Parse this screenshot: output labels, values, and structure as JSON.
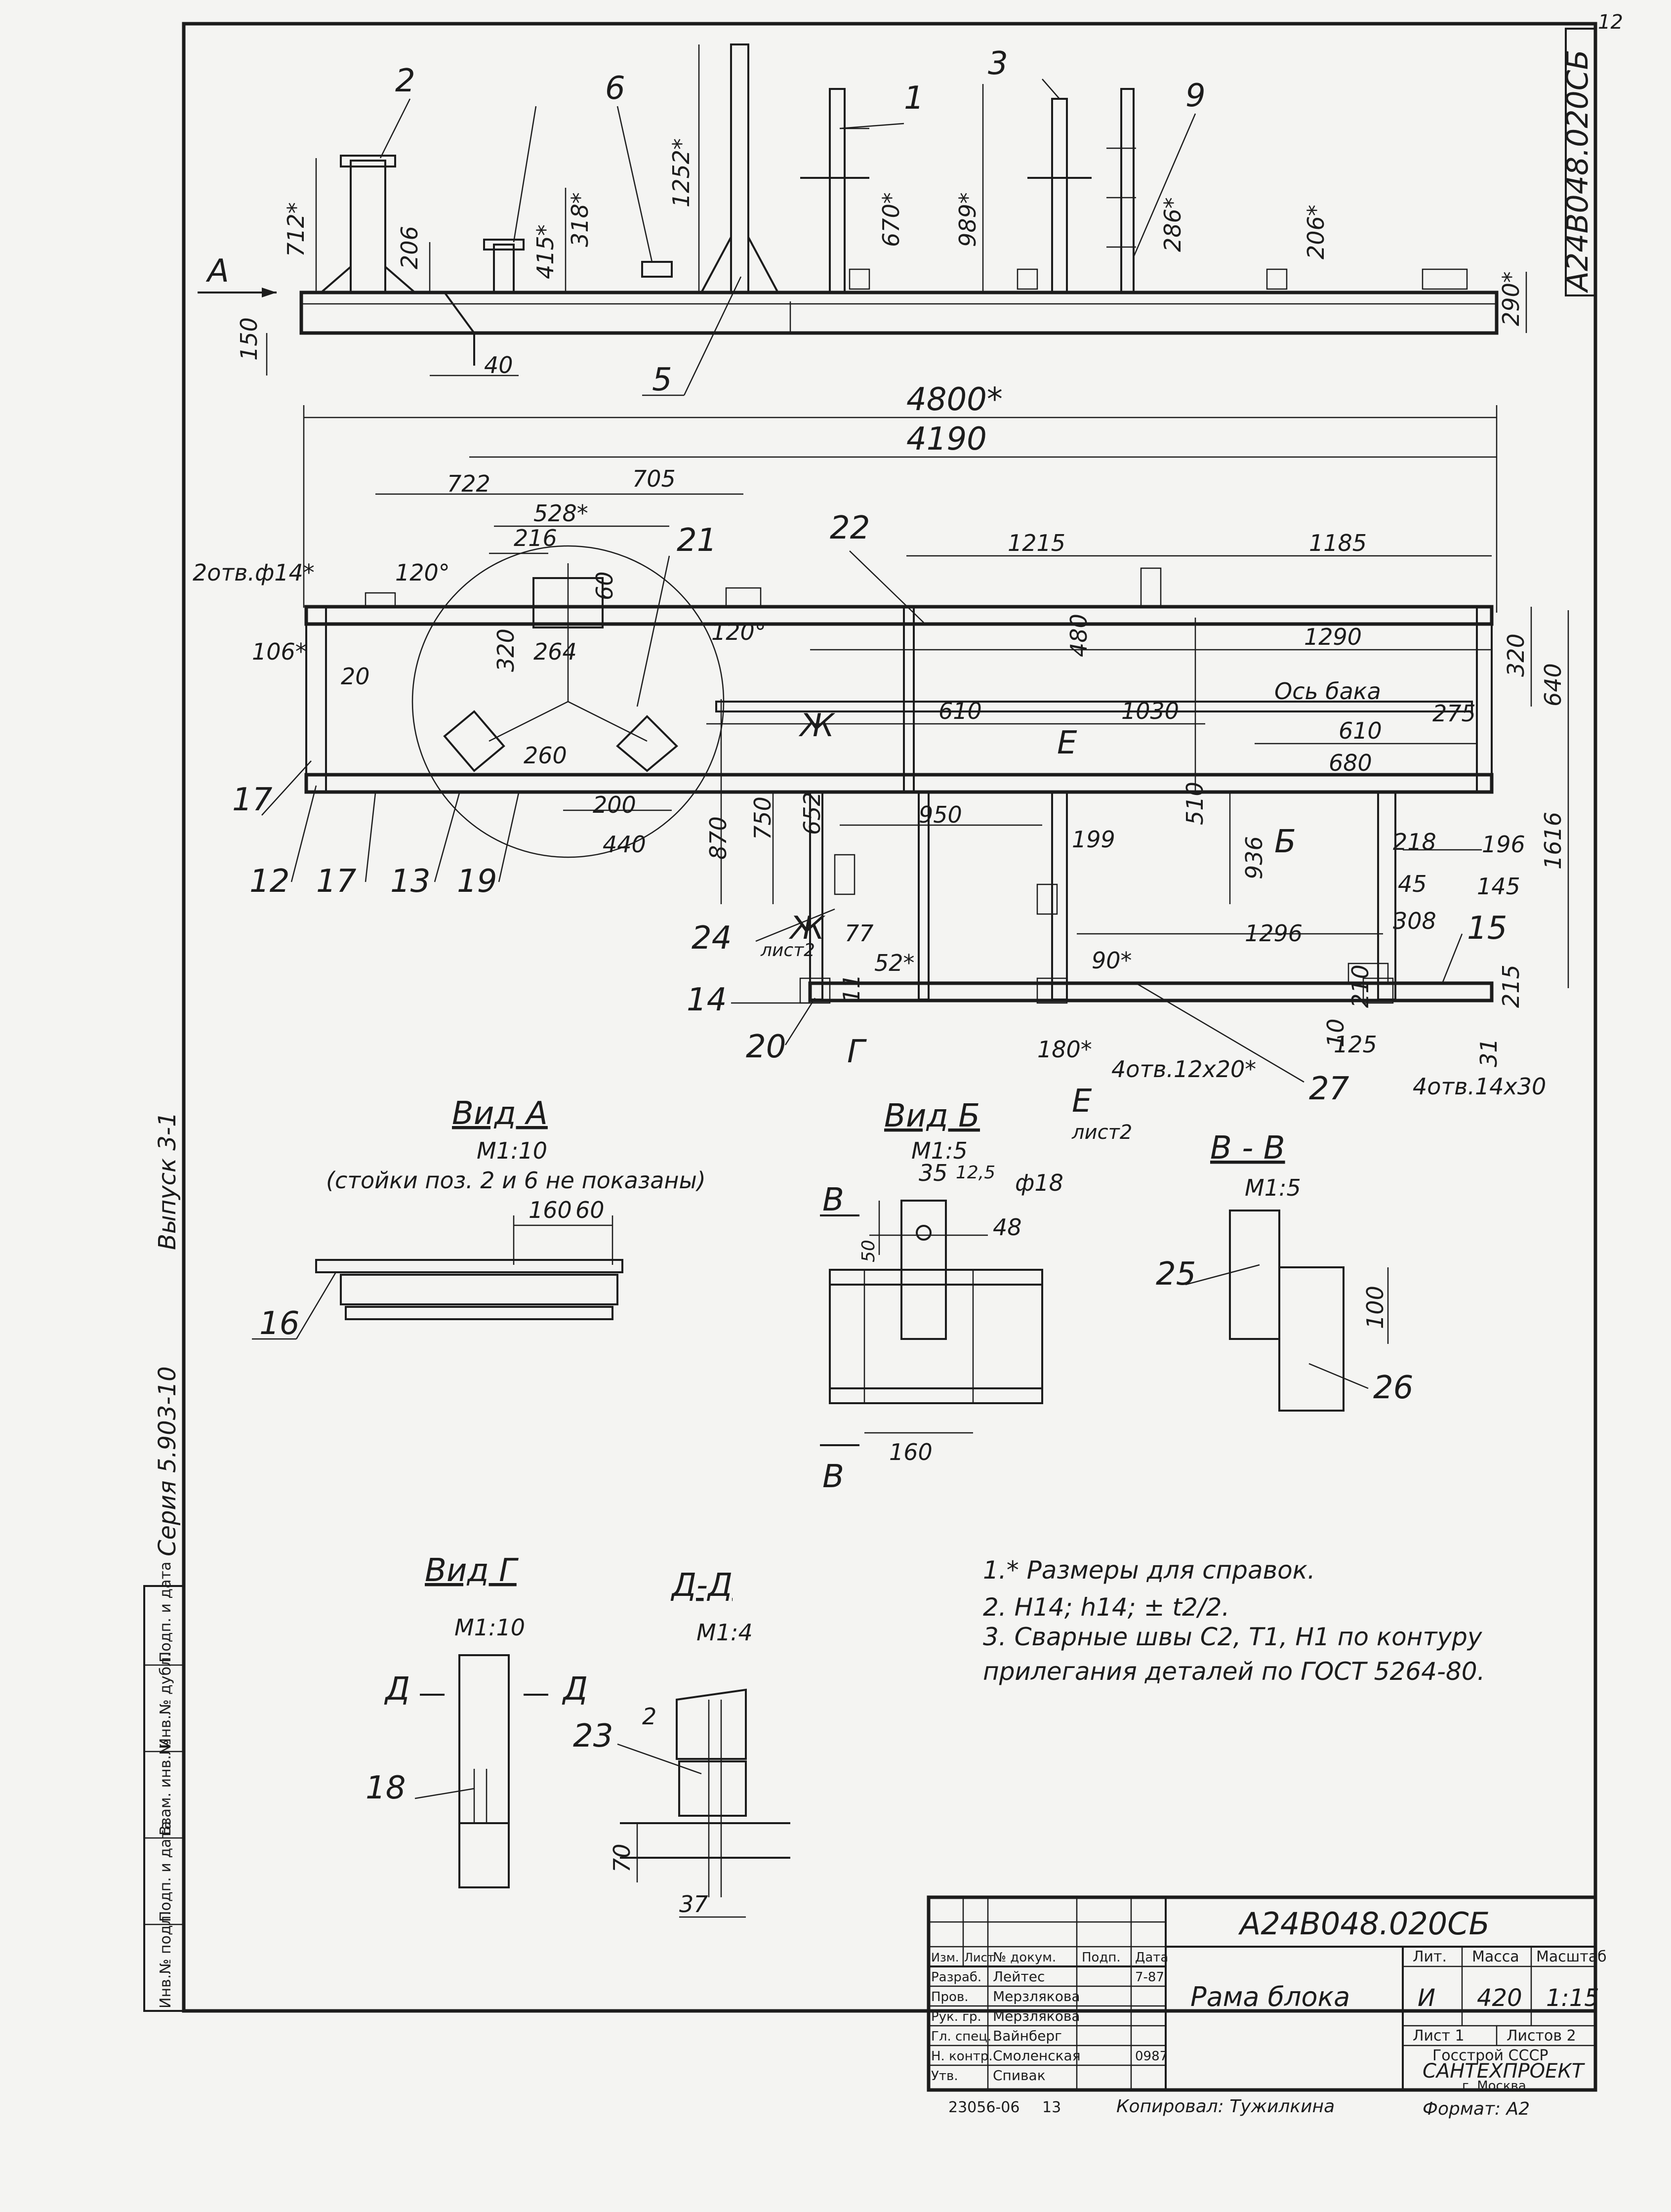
{
  "sheet_number": "12",
  "designation": "А24В048.020СБ",
  "margin": {
    "series": "Серия 5.903-10",
    "issue": "Выпуск 3-1",
    "columns": [
      "Инв.№ подл.",
      "Подп. и дата",
      "Взам. инв.№",
      "Инв.№ дубл.",
      "Подп. и дата"
    ]
  },
  "elevation": {
    "view_arrow": "А",
    "dims": [
      "712*",
      "206",
      "318*",
      "415*",
      "1252*",
      "670*",
      "989*",
      "286*",
      "206*",
      "290*",
      "150",
      "40"
    ],
    "positions": [
      "2",
      "6",
      "1",
      "3",
      "9",
      "5"
    ]
  },
  "plan": {
    "overall": [
      "4800*",
      "4190"
    ],
    "dims": [
      "722",
      "705",
      "528*",
      "216",
      "60",
      "320",
      "264",
      "2отв.ф14*",
      "120°",
      "120°",
      "106*",
      "20",
      "260",
      "200",
      "440",
      "1215",
      "1185",
      "480",
      "1290",
      "320",
      "640",
      "1616",
      "610",
      "1030",
      "610",
      "680",
      "275",
      "870",
      "750",
      "652",
      "950",
      "510",
      "199",
      "936",
      "218",
      "196",
      "45",
      "145",
      "308",
      "1296",
      "77",
      "52*",
      "11",
      "90*",
      "180*",
      "4отв.12х20*",
      "210",
      "10",
      "125",
      "215",
      "31",
      "4отв.14х30"
    ],
    "axis_label": "Ось бака",
    "section_marks": [
      "Ж",
      "Е",
      "Б",
      "Ж",
      "Г",
      "Е"
    ],
    "sheet_refs": [
      "лист2",
      "лист2"
    ],
    "positions": [
      "21",
      "22",
      "17",
      "12",
      "17",
      "13",
      "19",
      "24",
      "14",
      "20",
      "15",
      "27"
    ]
  },
  "view_a": {
    "title": "Вид А",
    "scale": "М1:10",
    "note": "(стойки поз. 2 и 6 не показаны)",
    "dims": [
      "160",
      "60"
    ],
    "position": "16"
  },
  "view_b": {
    "title": "Вид Б",
    "scale": "М1:5",
    "dims": [
      "35",
      "12,5",
      "ф18",
      "50",
      "48",
      "160"
    ],
    "cut": "В"
  },
  "section_vv": {
    "title": "В - В",
    "scale": "М1:5",
    "dims": [
      "100"
    ],
    "positions": [
      "25",
      "26"
    ]
  },
  "view_g": {
    "title": "Вид Г",
    "scale": "М1:10",
    "cut": "Д",
    "position": "18"
  },
  "section_dd": {
    "title": "Д-Д",
    "scale": "М1:4",
    "dims": [
      "2",
      "70",
      "37"
    ],
    "position": "23"
  },
  "notes": [
    "1.* Размеры для справок.",
    "2. Н14; h14; ± t2/2.",
    "3. Сварные швы С2, Т1, Н1 по контуру",
    "прилегания деталей по ГОСТ 5264-80."
  ],
  "title_block": {
    "designation": "А24В048.020СБ",
    "name": "Рама блока",
    "headers": [
      "Лит.",
      "Масса",
      "Масштаб"
    ],
    "lit": "И",
    "mass": "420",
    "scale": "1:15",
    "sheet": "Лист 1",
    "sheets": "Листов 2",
    "org_lines": [
      "Госстрой СССР",
      "САНТЕХПРОЕКТ",
      "г. Москва"
    ],
    "col_headers": [
      "Изм.",
      "Лист",
      "№ докум.",
      "Подп.",
      "Дата"
    ],
    "rows": [
      {
        "role": "Разраб.",
        "name": "Лейтес",
        "date": "7-87"
      },
      {
        "role": "Пров.",
        "name": "Мерзлякова",
        "date": ""
      },
      {
        "role": "Рук. гр.",
        "name": "Мерзлякова",
        "date": ""
      },
      {
        "role": "Гл. спец.",
        "name": "Вайнберг",
        "date": ""
      },
      {
        "role": "Н. контр.",
        "name": "Смоленская",
        "date": "0987"
      },
      {
        "role": "Утв.",
        "name": "Спивак",
        "date": ""
      }
    ],
    "bottom_code": "23056-06",
    "bottom_num": "13",
    "copied": "Копировал: Тужилкина",
    "format": "Формат: А2"
  }
}
